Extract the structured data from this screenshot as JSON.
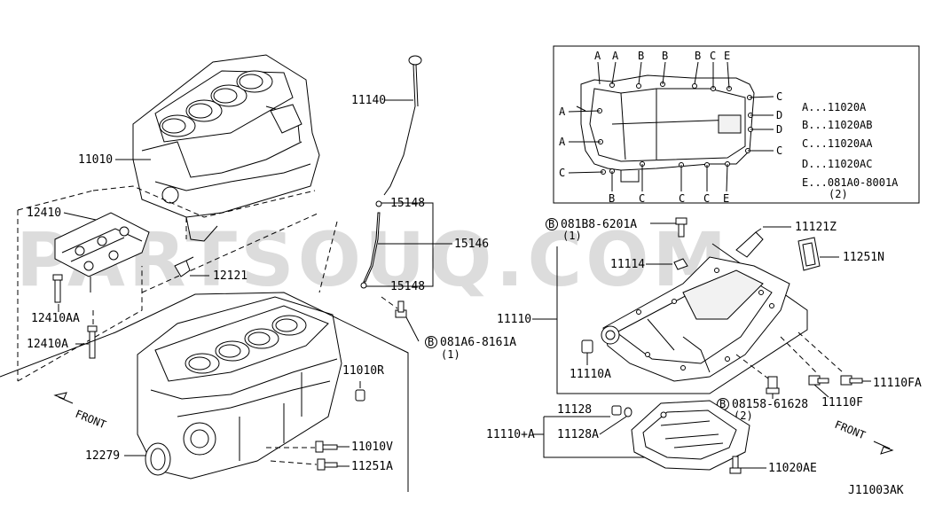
{
  "watermark": "PARTSOUQ.COM",
  "diagram_code": "J11003AK",
  "front_labels": [
    "FRONT",
    "FRONT"
  ],
  "callouts": {
    "p11010": "11010",
    "p12410": "12410",
    "p12121": "12121",
    "p12410AA": "12410AA",
    "p12410A": "12410A",
    "p11140": "11140",
    "p15148a": "15148",
    "p15146": "15146",
    "p15148b": "15148",
    "p081A6": "081A6-8161A",
    "p081A6q": "(1)",
    "p11010R": "11010R",
    "p11010V": "11010V",
    "p11251A": "11251A",
    "p12279": "12279",
    "p081B8": "081B8-6201A",
    "p081B8q": "(1)",
    "p11121Z": "11121Z",
    "p11251N": "11251N",
    "p11114": "11114",
    "p11110": "11110",
    "p11110A": "11110A",
    "p08158": "08158-61628",
    "p08158q": "(2)",
    "p11110F": "11110F",
    "p11110FA": "11110FA",
    "p11128": "11128",
    "p11110pA": "11110+A",
    "p11128A": "11128A",
    "p11020AE": "11020AE"
  },
  "bolt_marker": "B",
  "inset": {
    "top_letters": [
      "A",
      "A",
      "B",
      "B",
      "B",
      "C",
      "E"
    ],
    "left_letters": [
      "A",
      "A",
      "C"
    ],
    "right_letters": [
      "C",
      "D",
      "D",
      "C"
    ],
    "bottom_letters": [
      "B",
      "C",
      "C",
      "C",
      "E"
    ],
    "legend": [
      {
        "key": "A",
        "value": "11020A"
      },
      {
        "key": "B",
        "value": "11020AB"
      },
      {
        "key": "C",
        "value": "11020AA"
      },
      {
        "key": "D",
        "value": "11020AC"
      },
      {
        "key": "E",
        "value": "081A0-8001A"
      }
    ],
    "legend_qty": "(2)",
    "legend_sep": "..."
  }
}
